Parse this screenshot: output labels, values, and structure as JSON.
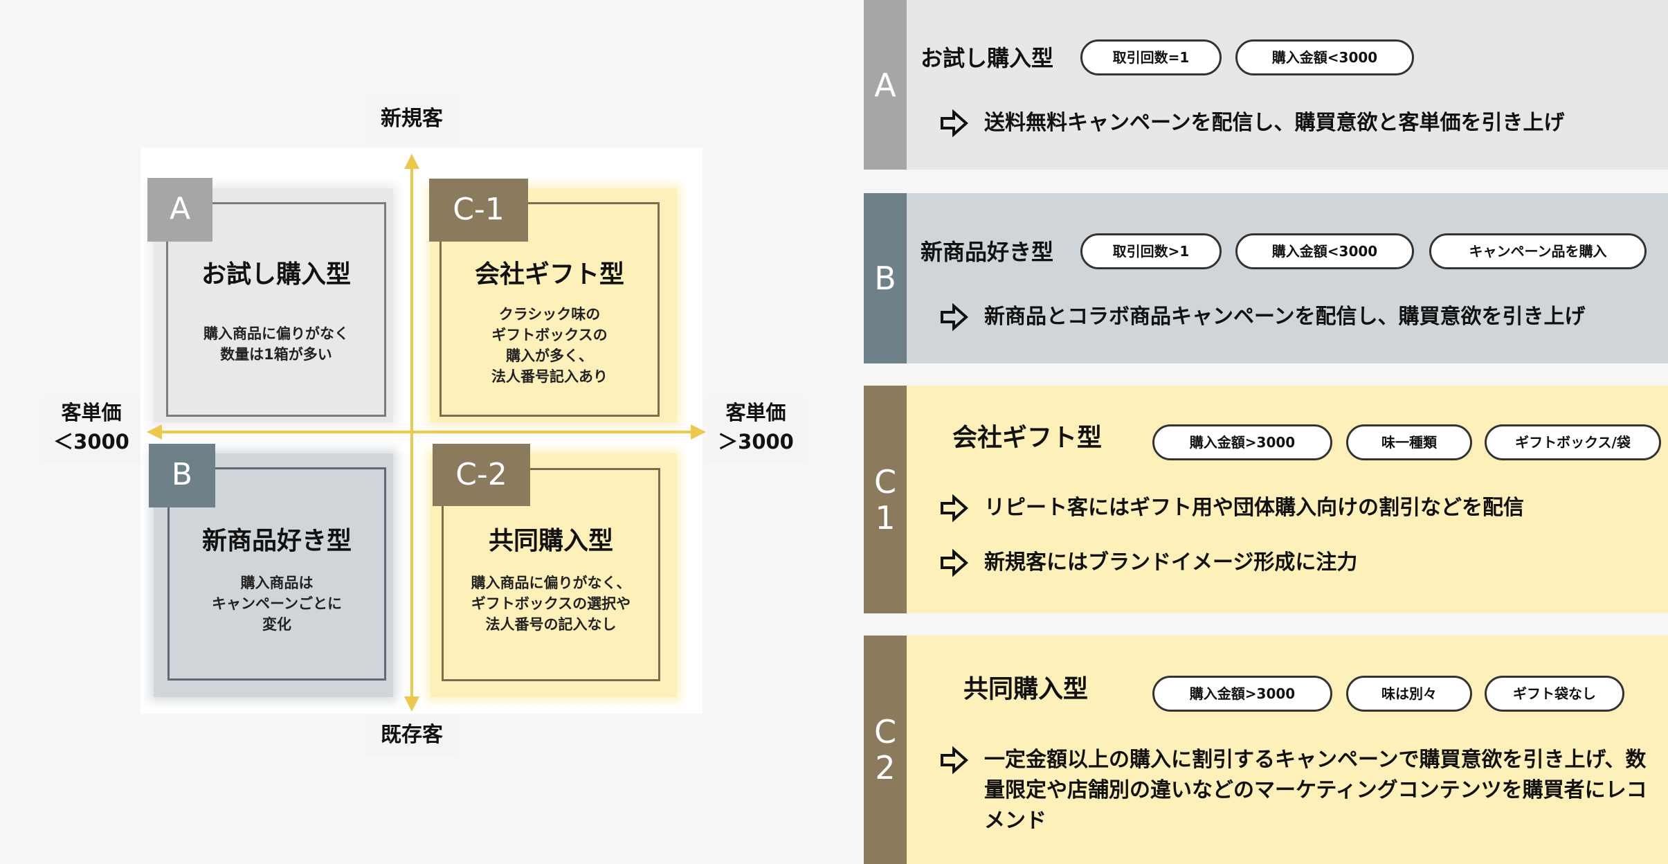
{
  "matrix": {
    "axis": {
      "top": "新規客",
      "bottom": "既存客",
      "left_line1": "客単価",
      "left_line2": "＜3000",
      "right_line1": "客単価",
      "right_line2": "＞3000"
    },
    "quadrants": [
      {
        "id": "A",
        "label": "A",
        "title": "お試し購入型",
        "description": "購入商品に偏りがなく\n数量は1箱が多い"
      },
      {
        "id": "C-1",
        "label": "C-1",
        "title": "会社ギフト型",
        "description": "クラシック味の\nギフトボックスの\n購入が多く、\n法人番号記入あり"
      },
      {
        "id": "B",
        "label": "B",
        "title": "新商品好き型",
        "description": "購入商品は\nキャンペーンごとに\n変化"
      },
      {
        "id": "C-2",
        "label": "C-2",
        "title": "共同購入型",
        "description": "購入商品に偏りがなく、\nギフトボックスの選択や\n法人番号の記入なし"
      }
    ]
  },
  "panels": [
    {
      "tab": "A",
      "title": "お試し購入型",
      "tags": [
        "取引回数=1",
        "購入金額<3000"
      ],
      "actions": [
        "送料無料キャンペーンを配信し、購買意欲と客単価を引き上げ"
      ]
    },
    {
      "tab": "B",
      "title": "新商品好き型",
      "tags": [
        "取引回数>1",
        "購入金額<3000",
        "キャンペーン品を購入"
      ],
      "actions": [
        "新商品とコラボ商品キャンペーンを配信し、購買意欲を引き上げ"
      ]
    },
    {
      "tab": "C\n1",
      "title": "会社ギフト型",
      "tags": [
        "購入金額>3000",
        "味一種類",
        "ギフトボックス/袋"
      ],
      "actions": [
        "リピート客にはギフト用や団体購入向けの割引などを配信",
        "新規客にはブランドイメージ形成に注力"
      ]
    },
    {
      "tab": "C\n2",
      "title": "共同購入型",
      "tags": [
        "購入金額>3000",
        "味は別々",
        "ギフト袋なし"
      ],
      "actions": [
        "一定金額以上の購入に割引するキャンペーンで購買意欲を引き上げ、数量限定や店舗別の違いなどのマーケティングコンテンツを購買者にレコメンド"
      ]
    }
  ],
  "colors": {
    "axis_yellow": "#ecc84c",
    "segment_a": "#a6a6a6",
    "segment_a_bg": "#e7e7e7",
    "segment_b": "#6e8088",
    "segment_b_bg": "#cfd5d8",
    "segment_c": "#8b7a5c",
    "segment_c_bg": "#fdf0b8"
  },
  "icons": {
    "action_bullet": "right-arrow-outline-icon"
  }
}
